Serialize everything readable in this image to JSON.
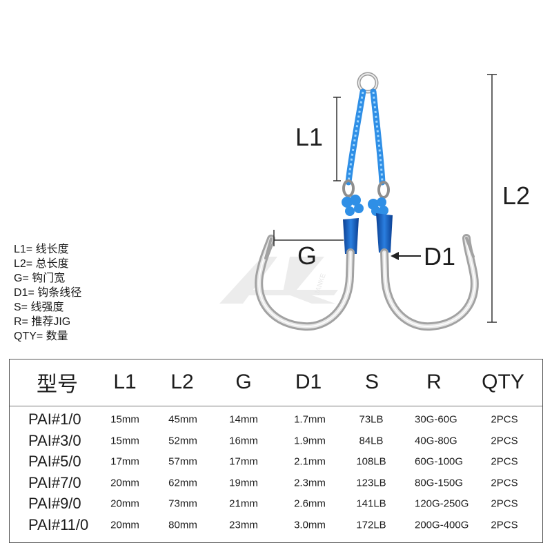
{
  "annotations": {
    "l1": "L1",
    "l2": "L2",
    "g": "G",
    "d1": "D1"
  },
  "legend": [
    "L1= 线长度",
    "L2= 总长度",
    "G= 钩门宽",
    "D1= 钩条线径",
    "S= 线强度",
    "R= 推荐JIG",
    "QTY= 数量"
  ],
  "watermark": "JANKE",
  "colors": {
    "rope": "#2f8fe6",
    "tube": "#1257b8",
    "hook": "#c9c9c9",
    "text": "#1c1c1c"
  },
  "table": {
    "headers": {
      "model": "型号",
      "l1": "L1",
      "l2": "L2",
      "g": "G",
      "d1": "D1",
      "s": "S",
      "r": "R",
      "qty": "QTY"
    },
    "rows": [
      {
        "model": "PAI#1/0",
        "l1": "15mm",
        "l2": "45mm",
        "g": "14mm",
        "d1": "1.7mm",
        "s": "73LB",
        "r": "30G-60G",
        "qty": "2PCS"
      },
      {
        "model": "PAI#3/0",
        "l1": "15mm",
        "l2": "52mm",
        "g": "16mm",
        "d1": "1.9mm",
        "s": "84LB",
        "r": "40G-80G",
        "qty": "2PCS"
      },
      {
        "model": "PAI#5/0",
        "l1": "17mm",
        "l2": "57mm",
        "g": "17mm",
        "d1": "2.1mm",
        "s": "108LB",
        "r": "60G-100G",
        "qty": "2PCS"
      },
      {
        "model": "PAI#7/0",
        "l1": "20mm",
        "l2": "62mm",
        "g": "19mm",
        "d1": "2.3mm",
        "s": "123LB",
        "r": "80G-150G",
        "qty": "2PCS"
      },
      {
        "model": "PAI#9/0",
        "l1": "20mm",
        "l2": "73mm",
        "g": "21mm",
        "d1": "2.6mm",
        "s": "141LB",
        "r": "120G-250G",
        "qty": "2PCS"
      },
      {
        "model": "PAI#11/0",
        "l1": "20mm",
        "l2": "80mm",
        "g": "23mm",
        "d1": "3.0mm",
        "s": "172LB",
        "r": "200G-400G",
        "qty": "2PCS"
      }
    ]
  }
}
